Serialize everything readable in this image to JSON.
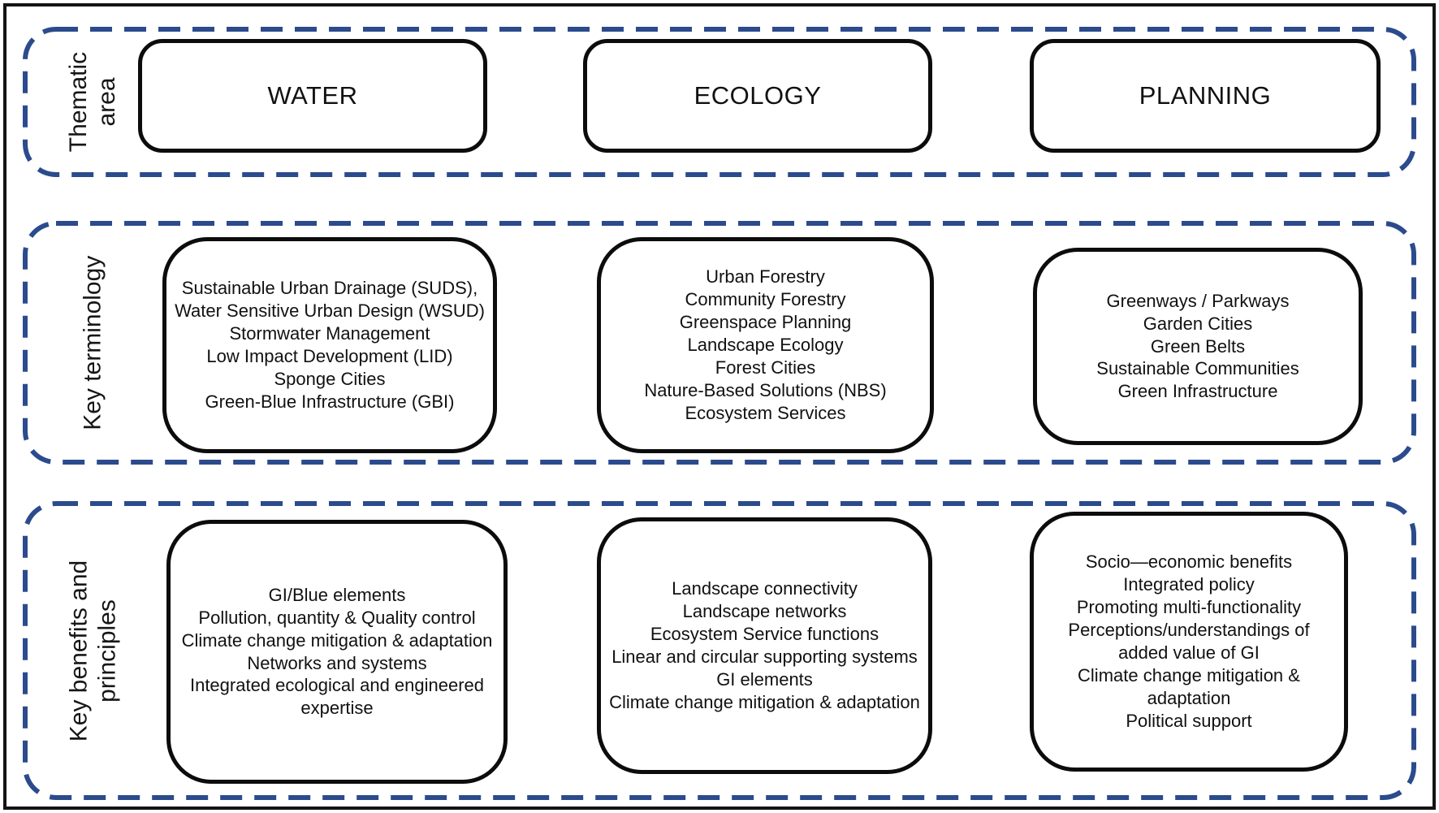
{
  "figure": {
    "accent_color": "#2b4b8c",
    "rows": [
      {
        "name": "thematic-area",
        "label_lines": [
          "Thematic",
          "area"
        ]
      },
      {
        "name": "key-terminology",
        "label_lines": [
          "Key terminology"
        ]
      },
      {
        "name": "key-benefits",
        "label_lines": [
          "Key benefits and",
          "principles"
        ]
      }
    ],
    "columns": {
      "water": {
        "title": "WATER",
        "terminology": [
          "Sustainable Urban Drainage (SUDS),",
          "Water Sensitive Urban Design (WSUD)",
          "Stormwater Management",
          "Low Impact Development (LID)",
          "Sponge Cities",
          "Green-Blue Infrastructure (GBI)"
        ],
        "benefits": [
          "GI/Blue elements",
          "Pollution, quantity & Quality control",
          "Climate change mitigation & adaptation",
          "Networks and systems",
          "Integrated ecological and engineered expertise"
        ]
      },
      "ecology": {
        "title": "ECOLOGY",
        "terminology": [
          "Urban Forestry",
          "Community Forestry",
          "Greenspace Planning",
          "Landscape Ecology",
          "Forest Cities",
          "Nature-Based Solutions (NBS)",
          "Ecosystem Services"
        ],
        "benefits": [
          "Landscape connectivity",
          "Landscape networks",
          "Ecosystem Service functions",
          "Linear and circular supporting systems",
          "GI elements",
          "Climate change mitigation & adaptation"
        ]
      },
      "planning": {
        "title": "PLANNING",
        "terminology": [
          "Greenways / Parkways",
          "Garden Cities",
          "Green Belts",
          "Sustainable Communities",
          "Green Infrastructure"
        ],
        "benefits": [
          "Socio—economic benefits",
          "Integrated policy",
          "Promoting multi-functionality",
          "Perceptions/understandings of added value of GI",
          "Climate change mitigation & adaptation",
          "Political support"
        ]
      }
    }
  }
}
